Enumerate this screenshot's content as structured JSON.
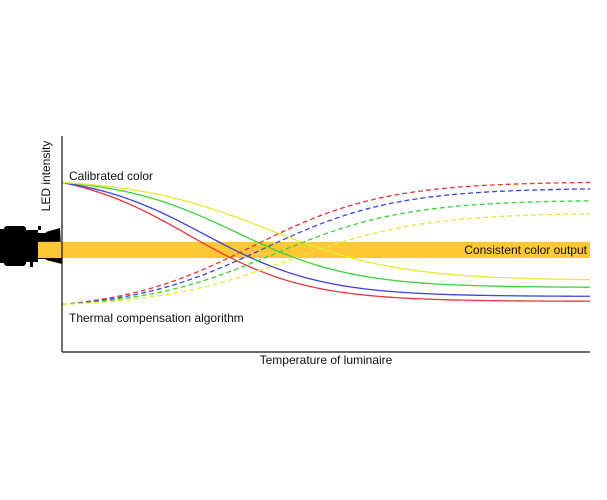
{
  "chart_data": {
    "type": "line",
    "title": "",
    "xlabel": "Temperature of luminaire",
    "ylabel": "LED intensity",
    "xlim": [
      0,
      1
    ],
    "ylim": [
      0,
      1
    ],
    "grid": false,
    "band": {
      "label": "Consistent color output",
      "y_min": 0.435,
      "y_max": 0.51,
      "color": "#FDC834"
    },
    "annotations": {
      "top_left": "Calibrated color",
      "bottom_left": "Thermal compensation algorithm"
    },
    "series": [
      {
        "color": "#E8343A",
        "dash": "solid",
        "start": 0.785,
        "end": 0.235,
        "mid": 0.24,
        "k": 9
      },
      {
        "color": "#3A45D6",
        "dash": "solid",
        "start": 0.785,
        "end": 0.258,
        "mid": 0.27,
        "k": 9
      },
      {
        "color": "#3DD13A",
        "dash": "solid",
        "start": 0.785,
        "end": 0.3,
        "mid": 0.33,
        "k": 9
      },
      {
        "color": "#E4EA3A",
        "dash": "solid",
        "start": 0.785,
        "end": 0.335,
        "mid": 0.39,
        "k": 8
      },
      {
        "color": "#E8343A",
        "dash": "dashed",
        "start": 0.22,
        "end": 0.785,
        "mid": 0.36,
        "k": 8
      },
      {
        "color": "#3A45D6",
        "dash": "dashed",
        "start": 0.22,
        "end": 0.755,
        "mid": 0.38,
        "k": 8
      },
      {
        "color": "#3DD13A",
        "dash": "dashed",
        "start": 0.22,
        "end": 0.7,
        "mid": 0.4,
        "k": 8
      },
      {
        "color": "#E4EA3A",
        "dash": "dashed",
        "start": 0.22,
        "end": 0.64,
        "mid": 0.43,
        "k": 8
      }
    ]
  },
  "fixture_icon": "led-fixture-icon"
}
